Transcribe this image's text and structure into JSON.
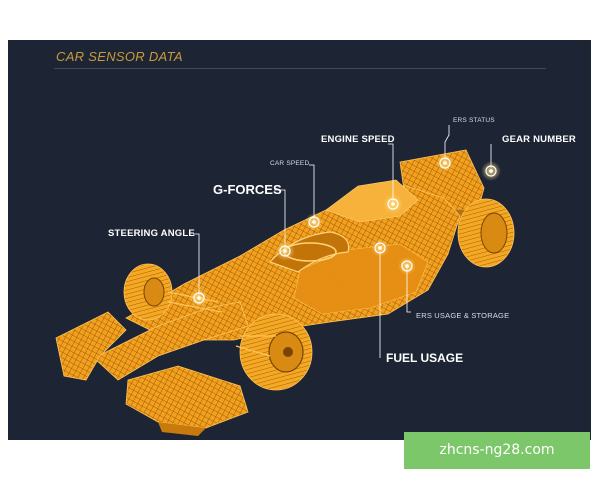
{
  "title": "CAR SENSOR DATA",
  "labels": {
    "ers_status": "ERS STATUS",
    "engine_speed": "ENGINE SPEED",
    "gear_number": "GEAR NUMBER",
    "car_speed": "CAR SPEED",
    "g_forces": "G-FORCES",
    "steering_angle": "STEERING ANGLE",
    "ers_usage_storage": "ERS USAGE & STORAGE",
    "fuel_usage": "FUEL USAGE"
  },
  "watermark": "zhcns-ng28.com",
  "colors": {
    "background": "#1d2535",
    "wireframe": "#f0a21c",
    "title": "#c99a3a",
    "label": "#ffffff",
    "watermark_bg": "#7cc76a"
  }
}
